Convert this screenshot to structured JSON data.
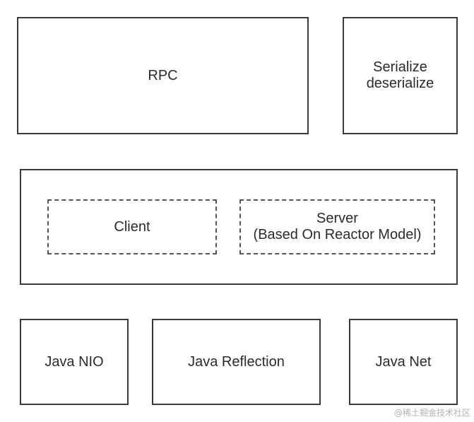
{
  "top_row": {
    "rpc": "RPC",
    "serialize_line1": "Serialize",
    "serialize_line2": "deserialize"
  },
  "middle_row": {
    "client": "Client",
    "server_line1": "Server",
    "server_line2": "(Based On Reactor Model)"
  },
  "bottom_row": {
    "java_nio": "Java NIO",
    "java_reflection": "Java Reflection",
    "java_net": "Java Net"
  },
  "watermark": "@稀土掘金技术社区"
}
